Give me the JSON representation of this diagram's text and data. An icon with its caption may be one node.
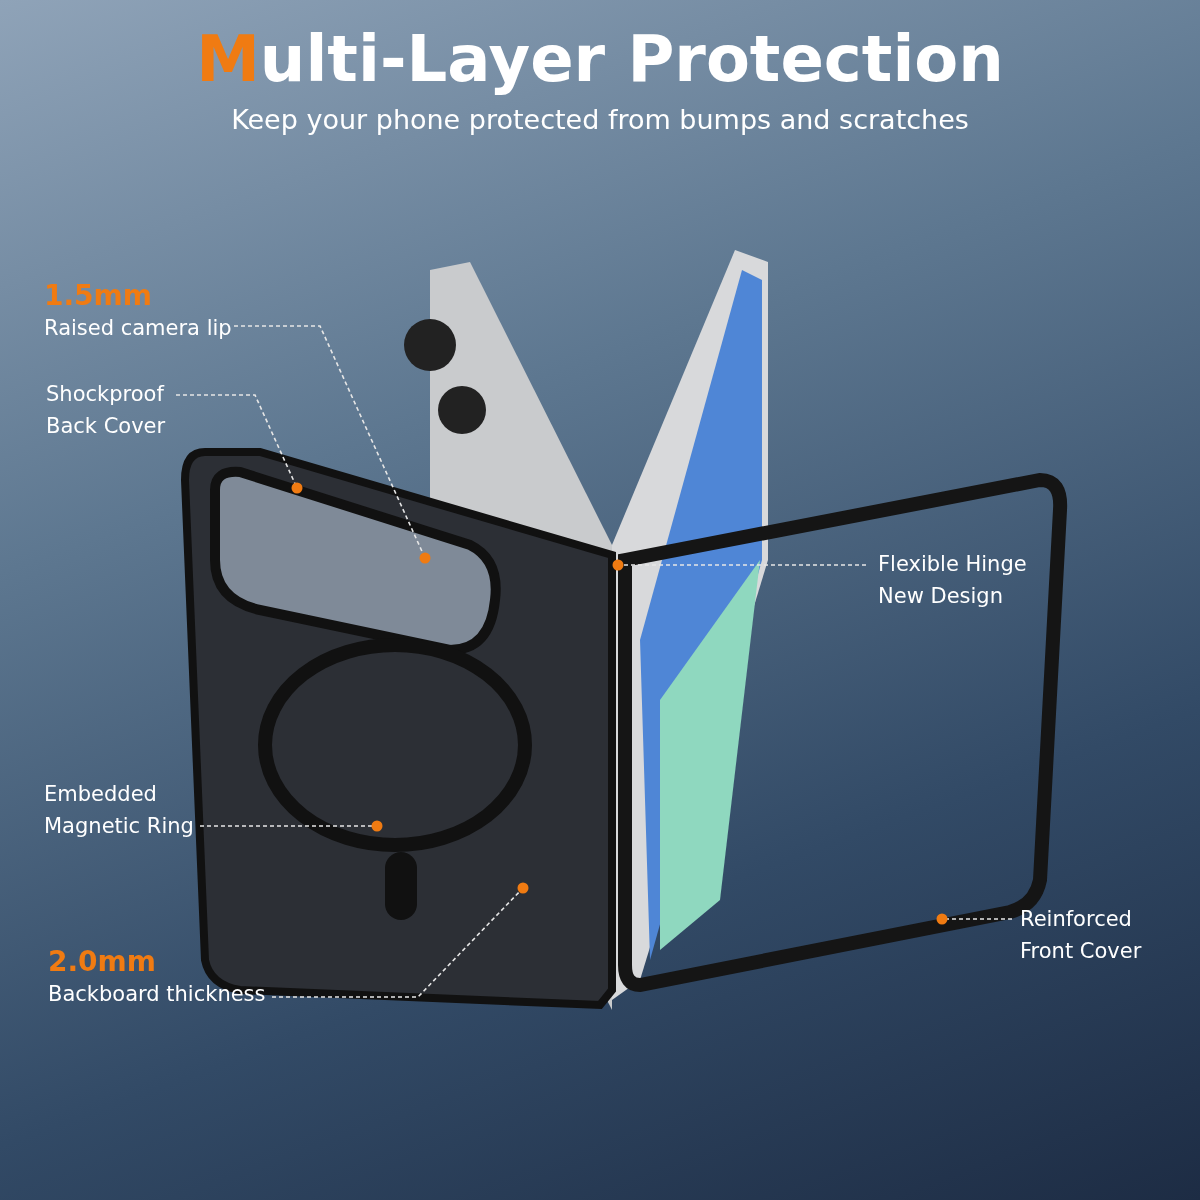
{
  "diagram": {
    "title": "Multi-Layer Protection",
    "nodes": [
      {
        "text": [
          "1.5mm",
          "Raised camera lip"
        ]
      },
      {
        "text": [
          "Shockproof Back Cover"
        ]
      },
      {
        "text": [
          "Flexible Hinge New Design"
        ]
      },
      {
        "text": [
          "Embedded Magnetic Ring"
        ]
      },
      {
        "text": [
          "2.0mm",
          "Backboard thickness"
        ]
      },
      {
        "text": [
          "Reinforced Front Cover"
        ]
      }
    ],
    "edges": [
      {
        "from": 0,
        "to": null,
        "arrow": "other"
      },
      {
        "from": 1,
        "to": null,
        "arrow": "other"
      },
      {
        "from": 2,
        "to": null,
        "arrow": "other"
      },
      {
        "from": 3,
        "to": null,
        "arrow": "other"
      },
      {
        "from": 4,
        "to": null,
        "arrow": "other"
      },
      {
        "from": 5,
        "to": null,
        "arrow": "other"
      }
    ],
    "labels": [
      "Keep your phone protected from bumps and scratches"
    ]
  }
}
